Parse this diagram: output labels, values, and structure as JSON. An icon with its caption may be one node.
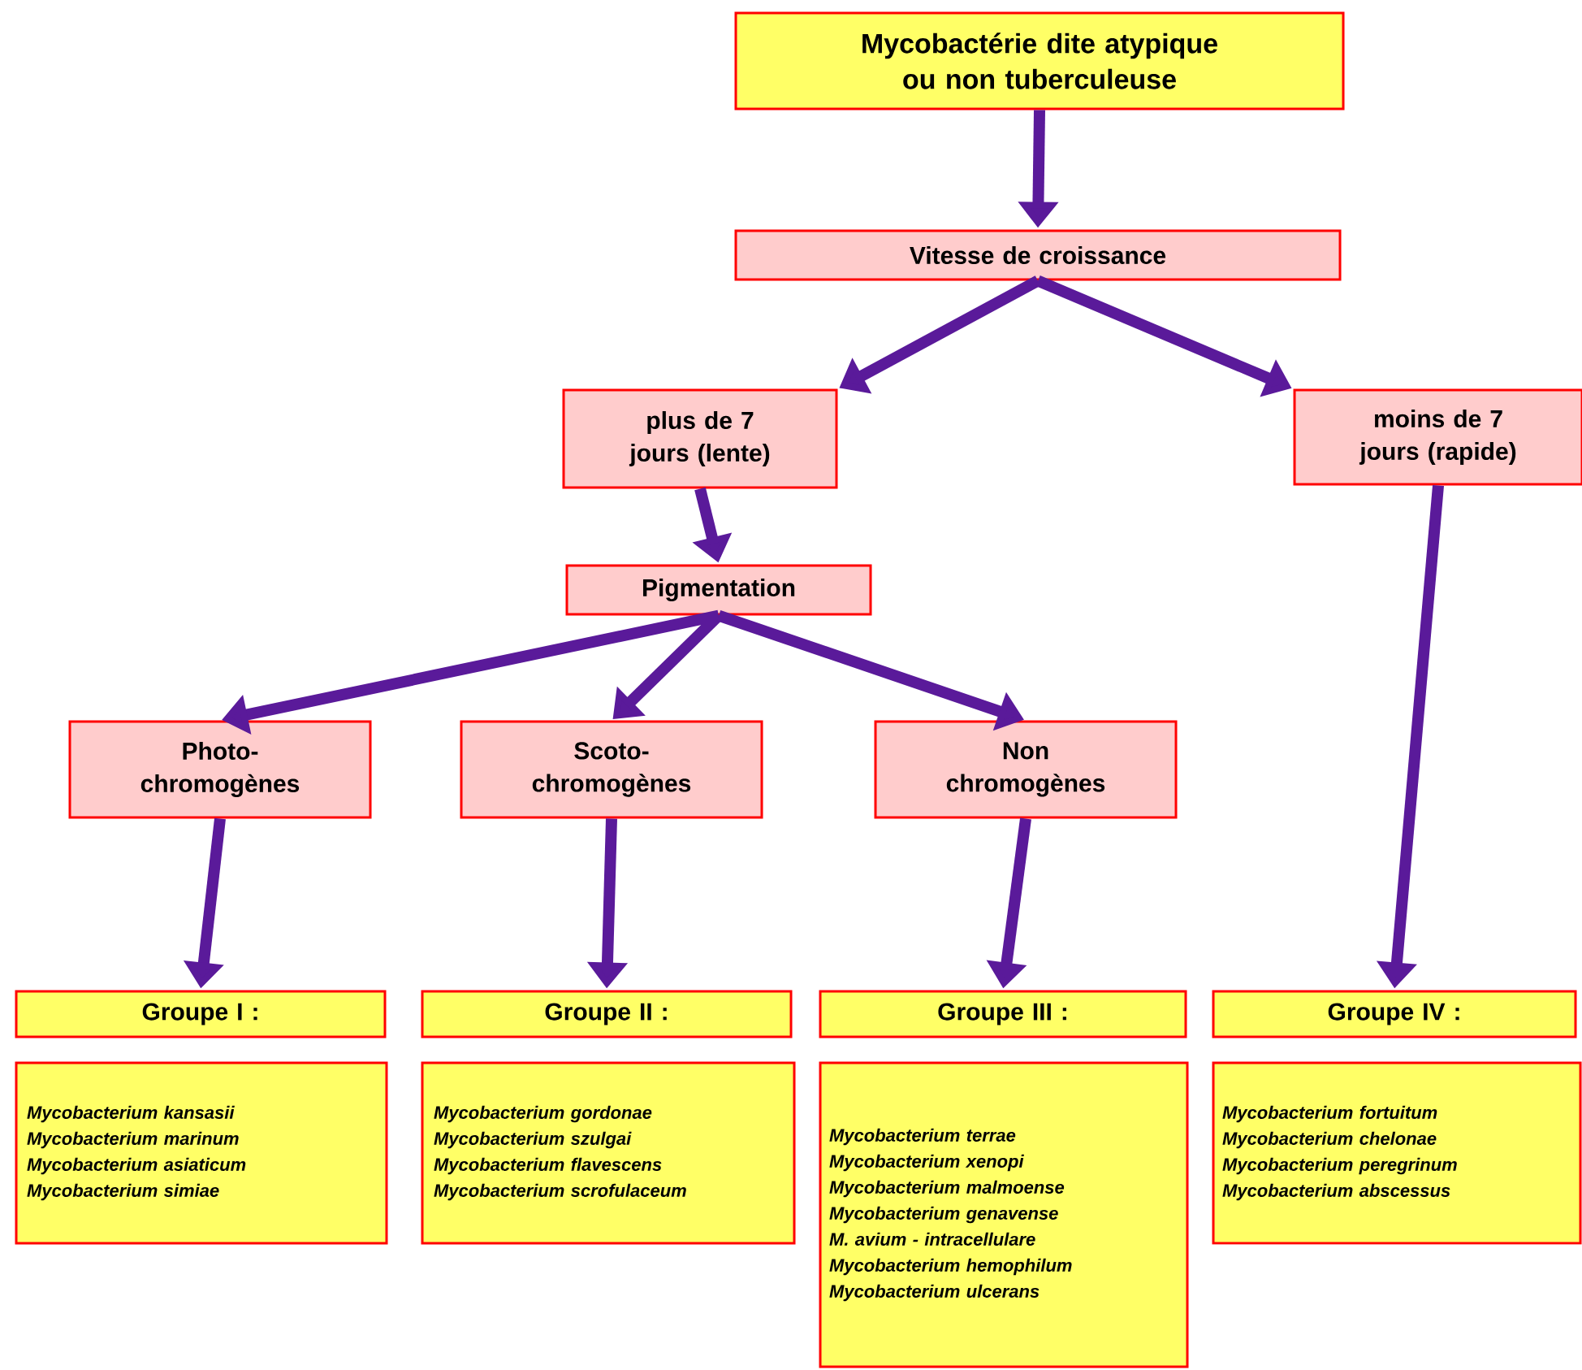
{
  "diagram": {
    "nodes": [
      {
        "text": [
          "Mycobactérie dite atypique ou non tuberculeuse"
        ]
      },
      {
        "text": [
          "Vitesse de croissance"
        ]
      },
      {
        "text": [
          "plus de 7 jours (lente)"
        ]
      },
      {
        "text": [
          "moins de 7 jours (rapide)"
        ]
      },
      {
        "text": [
          "Pigmentation"
        ]
      },
      {
        "text": [
          "Photo- chromogènes"
        ]
      },
      {
        "text": [
          "Scoto- chromogènes"
        ]
      },
      {
        "text": [
          "Non chromogènes"
        ]
      },
      {
        "text": [
          "Groupe I :"
        ]
      },
      {
        "text": [
          "Groupe II :"
        ]
      },
      {
        "text": [
          "Groupe III :"
        ]
      },
      {
        "text": [
          "Groupe IV :"
        ]
      },
      {
        "text": [
          "Mycobacterium kansasii",
          "Mycobacterium marinum",
          "Mycobacterium asiaticum",
          "Mycobacterium simiae"
        ]
      },
      {
        "text": [
          "Mycobacterium gordonae",
          "Mycobacterium szulgai",
          "Mycobacterium flavescens",
          "Mycobacterium scrofulaceum"
        ]
      },
      {
        "text": [
          "Mycobacterium terrae",
          "Mycobacterium xenopi",
          "Mycobacterium malmoense",
          "Mycobacterium genavense",
          "M. avium - intracellulare",
          "Mycobacterium hemophilum",
          "Mycobacterium ulcerans"
        ]
      },
      {
        "text": [
          "Mycobacterium fortuitum",
          "Mycobacterium chelonae",
          "Mycobacterium peregrinum",
          "Mycobacterium abscessus"
        ]
      }
    ],
    "edges": [
      {
        "from": 0,
        "to": 1,
        "arrow": "to"
      },
      {
        "from": 1,
        "to": 2,
        "arrow": "to"
      },
      {
        "from": 1,
        "to": 3,
        "arrow": "to"
      },
      {
        "from": 2,
        "to": 4,
        "arrow": "to"
      },
      {
        "from": 4,
        "to": 5,
        "arrow": "to"
      },
      {
        "from": 4,
        "to": 6,
        "arrow": "to"
      },
      {
        "from": 4,
        "to": 7,
        "arrow": "to"
      },
      {
        "from": 5,
        "to": 8,
        "arrow": "to"
      },
      {
        "from": 6,
        "to": 9,
        "arrow": "to"
      },
      {
        "from": 7,
        "to": 10,
        "arrow": "to"
      },
      {
        "from": 3,
        "to": 11,
        "arrow": "to"
      }
    ]
  }
}
